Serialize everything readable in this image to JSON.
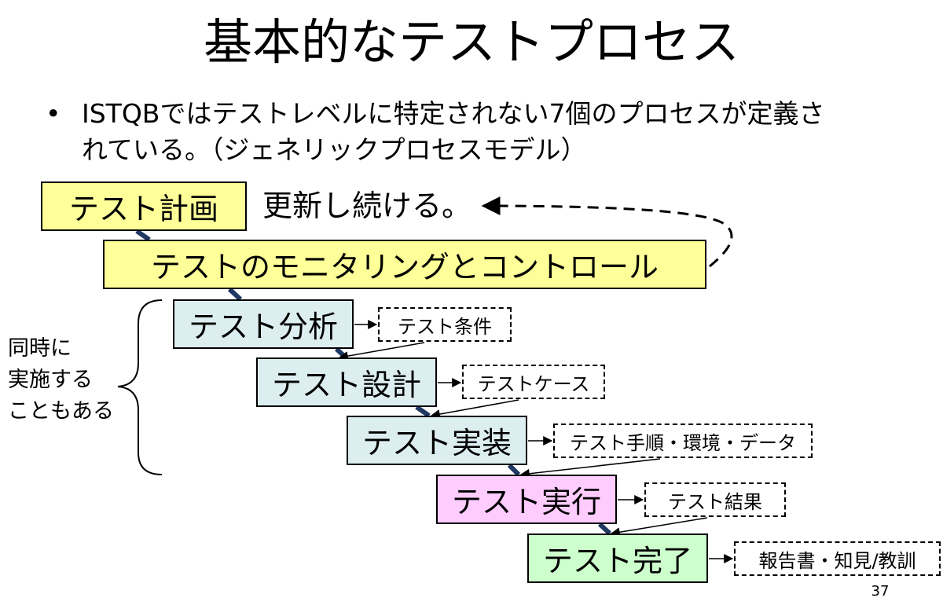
{
  "slide": {
    "title": "基本的なテストプロセス",
    "bullet": {
      "line1": "ISTQBではテストレベルに特定されない7個のプロセスが定義さ",
      "line2": "れている。（ジェネリックプロセスモデル）"
    },
    "page_number": "37"
  },
  "diagram": {
    "planning": "テスト計画",
    "update_note": "更新し続ける。",
    "monitoring": "テストのモニタリングとコントロール",
    "concurrent_note": [
      "同時に",
      "実施する",
      "こともある"
    ],
    "activities": [
      {
        "name": "テスト分析",
        "output": "テスト条件"
      },
      {
        "name": "テスト設計",
        "output": "テストケース"
      },
      {
        "name": "テスト実装",
        "output": "テスト手順・環境・データ"
      },
      {
        "name": "テスト実行",
        "output": "テスト結果"
      },
      {
        "name": "テスト完了",
        "output": "報告書・知見/教訓"
      }
    ]
  }
}
